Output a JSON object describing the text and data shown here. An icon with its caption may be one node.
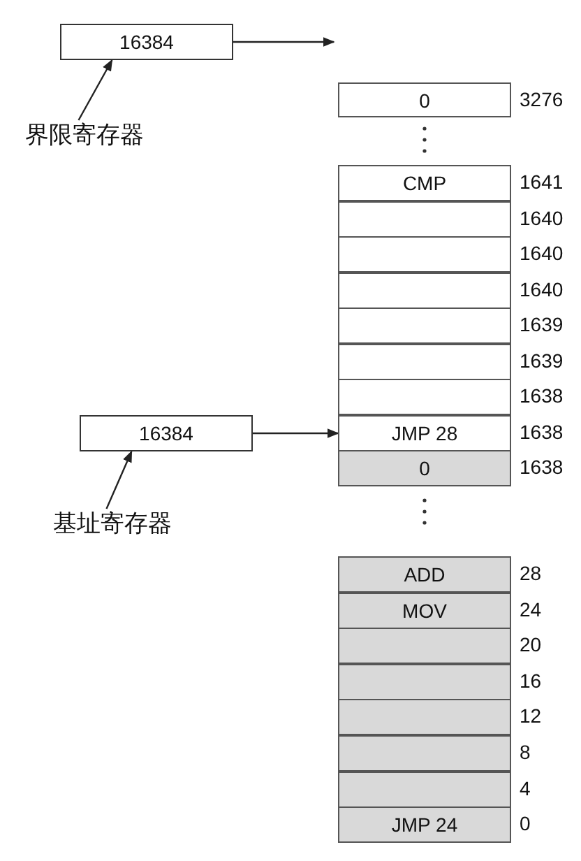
{
  "diagram": {
    "nodes": [
      {
        "text": [
          "16384"
        ]
      },
      {
        "text": [
          "界限寄存器"
        ]
      },
      {
        "text": [
          "0"
        ],
        "beside": [
          "3276"
        ]
      },
      {
        "text": [
          "CMP"
        ],
        "beside": [
          "1641"
        ]
      },
      {
        "text": [],
        "shape": "box",
        "beside": [
          "1640"
        ]
      },
      {
        "text": [],
        "shape": "box",
        "beside": [
          "1640"
        ]
      },
      {
        "text": [],
        "shape": "box",
        "beside": [
          "1640"
        ]
      },
      {
        "text": [],
        "shape": "box",
        "beside": [
          "1639"
        ]
      },
      {
        "text": [],
        "shape": "box",
        "beside": [
          "1639"
        ]
      },
      {
        "text": [],
        "shape": "box",
        "beside": [
          "1638"
        ]
      },
      {
        "text": [
          "JMP 28"
        ],
        "beside": [
          "1638"
        ]
      },
      {
        "text": [
          "0"
        ],
        "beside": [
          "1638"
        ]
      },
      {
        "text": [
          "ADD"
        ],
        "beside": [
          "28"
        ]
      },
      {
        "text": [
          "MOV"
        ],
        "beside": [
          "24"
        ]
      },
      {
        "text": [],
        "shape": "box",
        "beside": [
          "20"
        ]
      },
      {
        "text": [],
        "shape": "box",
        "beside": [
          "16"
        ]
      },
      {
        "text": [],
        "shape": "box",
        "beside": [
          "12"
        ]
      },
      {
        "text": [],
        "shape": "box",
        "beside": [
          "8"
        ]
      },
      {
        "text": [],
        "shape": "box",
        "beside": [
          "4"
        ]
      },
      {
        "text": [
          "JMP 24"
        ],
        "beside": [
          "0"
        ]
      },
      {
        "text": [
          "16384"
        ]
      },
      {
        "text": [
          "基址寄存器"
        ]
      }
    ],
    "edges": [
      {
        "from": 1,
        "to": 0,
        "arrow": "to"
      },
      {
        "from": 0,
        "to": null,
        "arrow": "to"
      },
      {
        "from": 20,
        "to": 10,
        "arrow": "to"
      },
      {
        "from": 21,
        "to": 20,
        "arrow": "to"
      }
    ]
  }
}
